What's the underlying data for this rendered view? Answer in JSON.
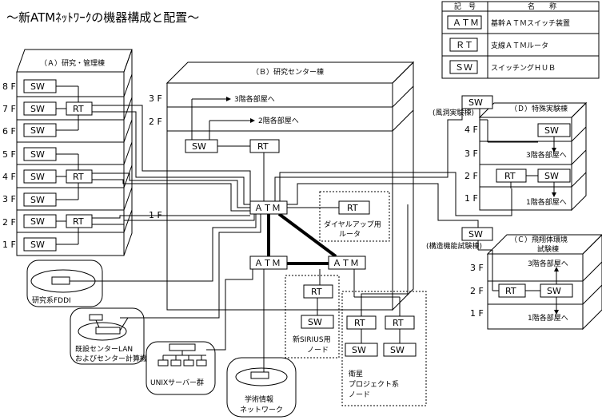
{
  "title": "～新ATMﾈｯﾄﾜｰｸの機器構成と配置～",
  "legend": {
    "header_symbol": "記　号",
    "header_name": "名　　称",
    "rows": [
      {
        "symbol": "ＡＴＭ",
        "name": "基幹ＡＴＭスイッチ装置"
      },
      {
        "symbol": "ＲＴ",
        "name": "支線ＡＴＭルータ"
      },
      {
        "symbol": "ＳＷ",
        "name": "スイッチングＨＵＢ"
      }
    ]
  },
  "buildings": {
    "A": {
      "label": "（Ａ）研究・管理棟",
      "floors": [
        "8 F",
        "7 F",
        "6 F",
        "5 F",
        "4 F",
        "3 F",
        "2 F",
        "1 F"
      ],
      "floor_1f_right": "1 F"
    },
    "B": {
      "label": "（Ｂ）研究センター棟",
      "floors": [
        "3 F",
        "2 F"
      ],
      "to_3f": "3階各部屋へ",
      "to_2f": "2階各部屋へ"
    },
    "C": {
      "label_line1": "（Ｃ）飛翔体環境",
      "label_line2": "試験棟",
      "floors": [
        "3 F",
        "2 F",
        "1 F"
      ],
      "to_3f": "3階各部屋へ",
      "to_1f": "1階各部屋へ",
      "sw_note": "(構造機能試験棟)"
    },
    "D": {
      "label": "（Ｄ）特殊実験棟",
      "floors": [
        "4 F",
        "3 F",
        "2 F",
        "1 F"
      ],
      "to_3f": "3階各部屋へ",
      "to_1f": "1階各部屋へ",
      "sw_note": "(風洞実験棟)"
    }
  },
  "nodes": {
    "sw": "SW",
    "rt": "RT",
    "atm": "ＡＴＭ"
  },
  "groups": {
    "dialup_line1": "ダイヤルアップ用",
    "dialup_line2": "ルータ",
    "sirius_line1": "新SIRIUS用",
    "sirius_line2": "ノード",
    "sat_line1": "衛星",
    "sat_line2": "プロジェクト系",
    "sat_line3": "ノード"
  },
  "peripherals": {
    "fddi": "研究系FDDI",
    "lan_line1": "既設センターLAN",
    "lan_line2": "およびセンター計算機",
    "unix": "UNIXサーバー群",
    "academic_line1": "学術情報",
    "academic_line2": "ネットワーク"
  }
}
